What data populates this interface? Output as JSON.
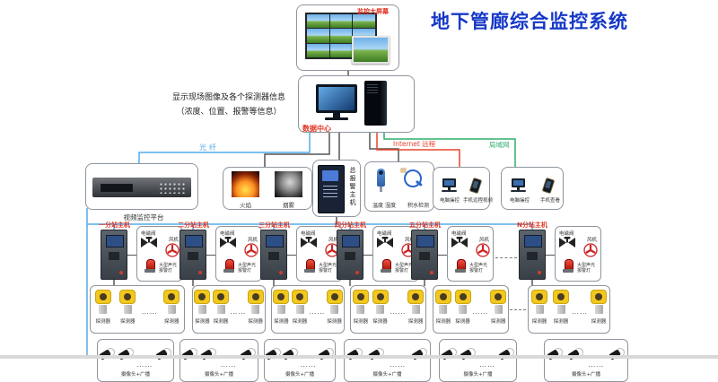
{
  "title": "地下管廊综合监控系统",
  "colors": {
    "title_blue": "#1638c8",
    "label_red": "#e03323",
    "line_blue": "#55abe8",
    "line_red": "#e8432d",
    "line_green": "#2fae6e",
    "detector_yellow": "#f2c81e"
  },
  "top": {
    "video_wall_label": "监控大屏幕",
    "data_center_label": "数据中心",
    "info_line1": "显示现场图像及各个探测器信息",
    "info_line2": "（浓度、位置、报警等信息）"
  },
  "links": {
    "fiber": "光纤",
    "internet": "Internet 远程",
    "lan": "局域网"
  },
  "devices": {
    "nvr_label": "视频监控平台",
    "fire_label": "火焰",
    "smoke_label": "烟雾",
    "alarm_host_label": "总报警主机",
    "temp_humidity_label": "温度 湿度",
    "water_label": "积水检测",
    "remote_boxes": [
      {
        "pc_label": "电脑操控",
        "phone_label": "手机远程视频"
      },
      {
        "pc_label": "电脑操控",
        "phone_label": "手机查看"
      }
    ]
  },
  "zones": {
    "labels": [
      "一分站主机",
      "二分站主机",
      "三分站主机",
      "四分站主机",
      "五分站主机",
      "N分站主机"
    ],
    "valve_label": "电磁阀",
    "fan_label": "风机",
    "beacon_label": "大型声光报警灯"
  },
  "detectors": {
    "label": "探测器",
    "count_per_box": 3,
    "box_count": 6,
    "ellipsis": "……"
  },
  "cameras": {
    "label": "摄像头+广播",
    "count_per_box": 3,
    "box_count": 6,
    "ellipsis": "……"
  }
}
